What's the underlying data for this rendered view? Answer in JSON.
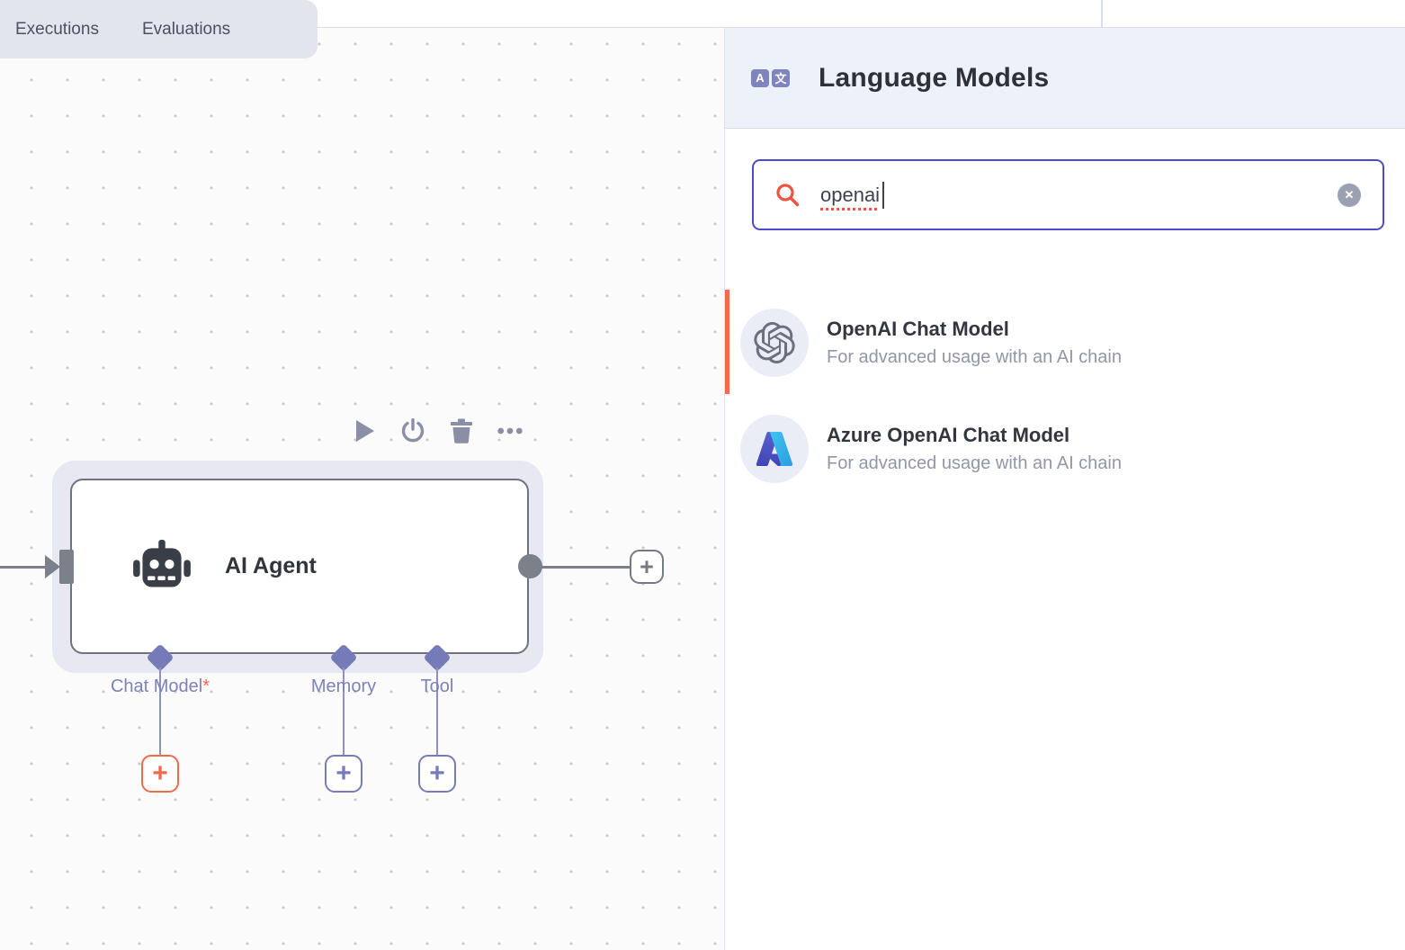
{
  "tabs": {
    "executions": "Executions",
    "evaluations": "Evaluations"
  },
  "canvas": {
    "node": {
      "title": "AI Agent",
      "plus_glyph": "+",
      "ports": [
        {
          "label": "Chat Model",
          "required_marker": "*"
        },
        {
          "label": "Memory",
          "required_marker": ""
        },
        {
          "label": "Tool",
          "required_marker": ""
        }
      ],
      "toolbar": [
        "play",
        "deactivate",
        "delete",
        "more-options"
      ]
    }
  },
  "panel": {
    "title": "Language Models",
    "header_icon": {
      "left_glyph": "A",
      "right_glyph": "文"
    },
    "search": {
      "value": "openai",
      "clear_glyph": "✕"
    },
    "items": [
      {
        "title": "OpenAI Chat Model",
        "description": "For advanced usage with an AI chain"
      },
      {
        "title": "Azure OpenAI Chat Model",
        "description": "For advanced usage with an AI chain"
      }
    ]
  },
  "colors": {
    "accent_orange": "#f2694d",
    "focus_indigo": "#4d4bc9",
    "slate_purple": "#767cba",
    "node_gray": "#7b808b",
    "header_bg": "#edf1f9"
  }
}
